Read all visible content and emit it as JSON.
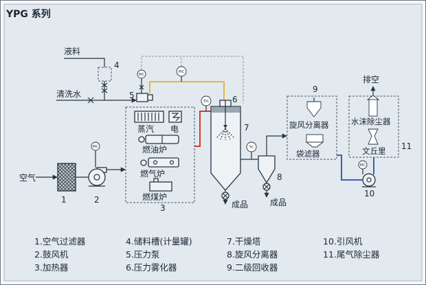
{
  "title": "YPG 系列",
  "labels": {
    "liquid_feed": "液料",
    "cleaning_water": "清洗水",
    "air": "空气",
    "steam": "蒸汽",
    "electric": "电",
    "oil_furnace": "燃油炉",
    "gas_furnace": "燃气炉",
    "coal_furnace": "燃煤炉",
    "product_tower": "成品",
    "product_cyclone": "成品",
    "cyclone_separator": "旋风分离器",
    "bag_filter": "袋滤器",
    "exhaust": "排空",
    "water_mist_collector": "水沫除尘器",
    "venturi": "文丘里"
  },
  "numbers": {
    "air_filter": "1",
    "blower": "2",
    "heater": "3",
    "storage_tank": "4",
    "pressure_pump": "5",
    "atomizer": "6",
    "drying_tower": "7",
    "cyclone": "8",
    "secondary_recovery": "9",
    "induced_fan": "10",
    "tail_gas_collector": "11"
  },
  "instruments": {
    "mc_pump": "MC",
    "mc_blower": "MC",
    "mc_fan": "MC",
    "pic": "PIC",
    "tic": "TIC",
    "tc": "TC"
  },
  "legend": [
    "1.空气过滤器",
    "2.鼓风机",
    "3.加热器",
    "4.储料槽(计量罐)",
    "5.压力泵",
    "6.压力雾化器",
    "7.干燥塔",
    "8.旋风分离器",
    "9.二级回收器",
    "10.引风机",
    "11.尾气除尘器"
  ],
  "colors": {
    "hot_air_line": "#d63a2c",
    "feed_line": "#e5b443",
    "exhaust_line": "#3d5fa9"
  }
}
